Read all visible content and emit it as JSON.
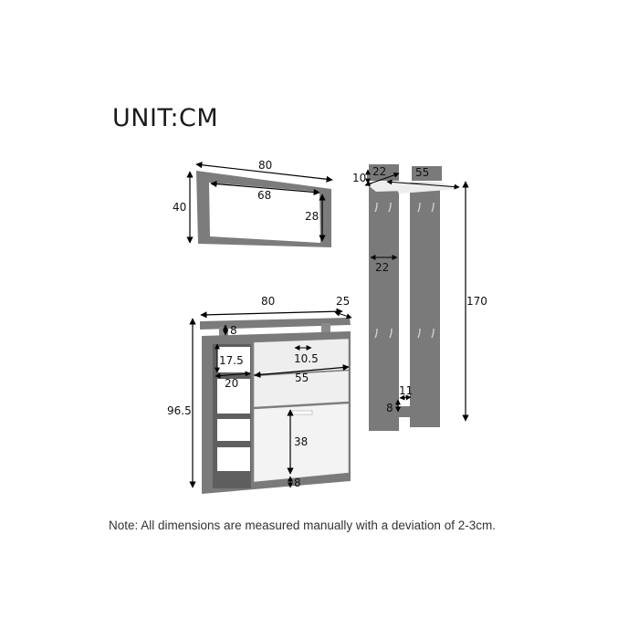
{
  "header": {
    "title": "UNIT:CM"
  },
  "note": "Note: All dimensions are measured manually with a deviation of 2-3cm.",
  "colors": {
    "panel": "#7a7a7a",
    "panel_dark": "#5e5e5e",
    "door": "#f2f2f2",
    "line": "#000000"
  },
  "mirror": {
    "width": "80",
    "height": "40",
    "inner_width": "68",
    "inner_height": "28"
  },
  "coat_rack": {
    "shelf_height": "10",
    "shelf_depth": "22",
    "shelf_width": "55",
    "panel_width": "22",
    "total_height": "170",
    "gap_width": "11",
    "gap_height": "8"
  },
  "shoe_cabinet": {
    "width": "80",
    "depth": "25",
    "top_gap": "8",
    "height": "96.5",
    "compartment_height": "17.5",
    "compartment_width": "20",
    "handle_width": "10.5",
    "drawer_width": "55",
    "door_height": "38",
    "base_height": "8"
  }
}
